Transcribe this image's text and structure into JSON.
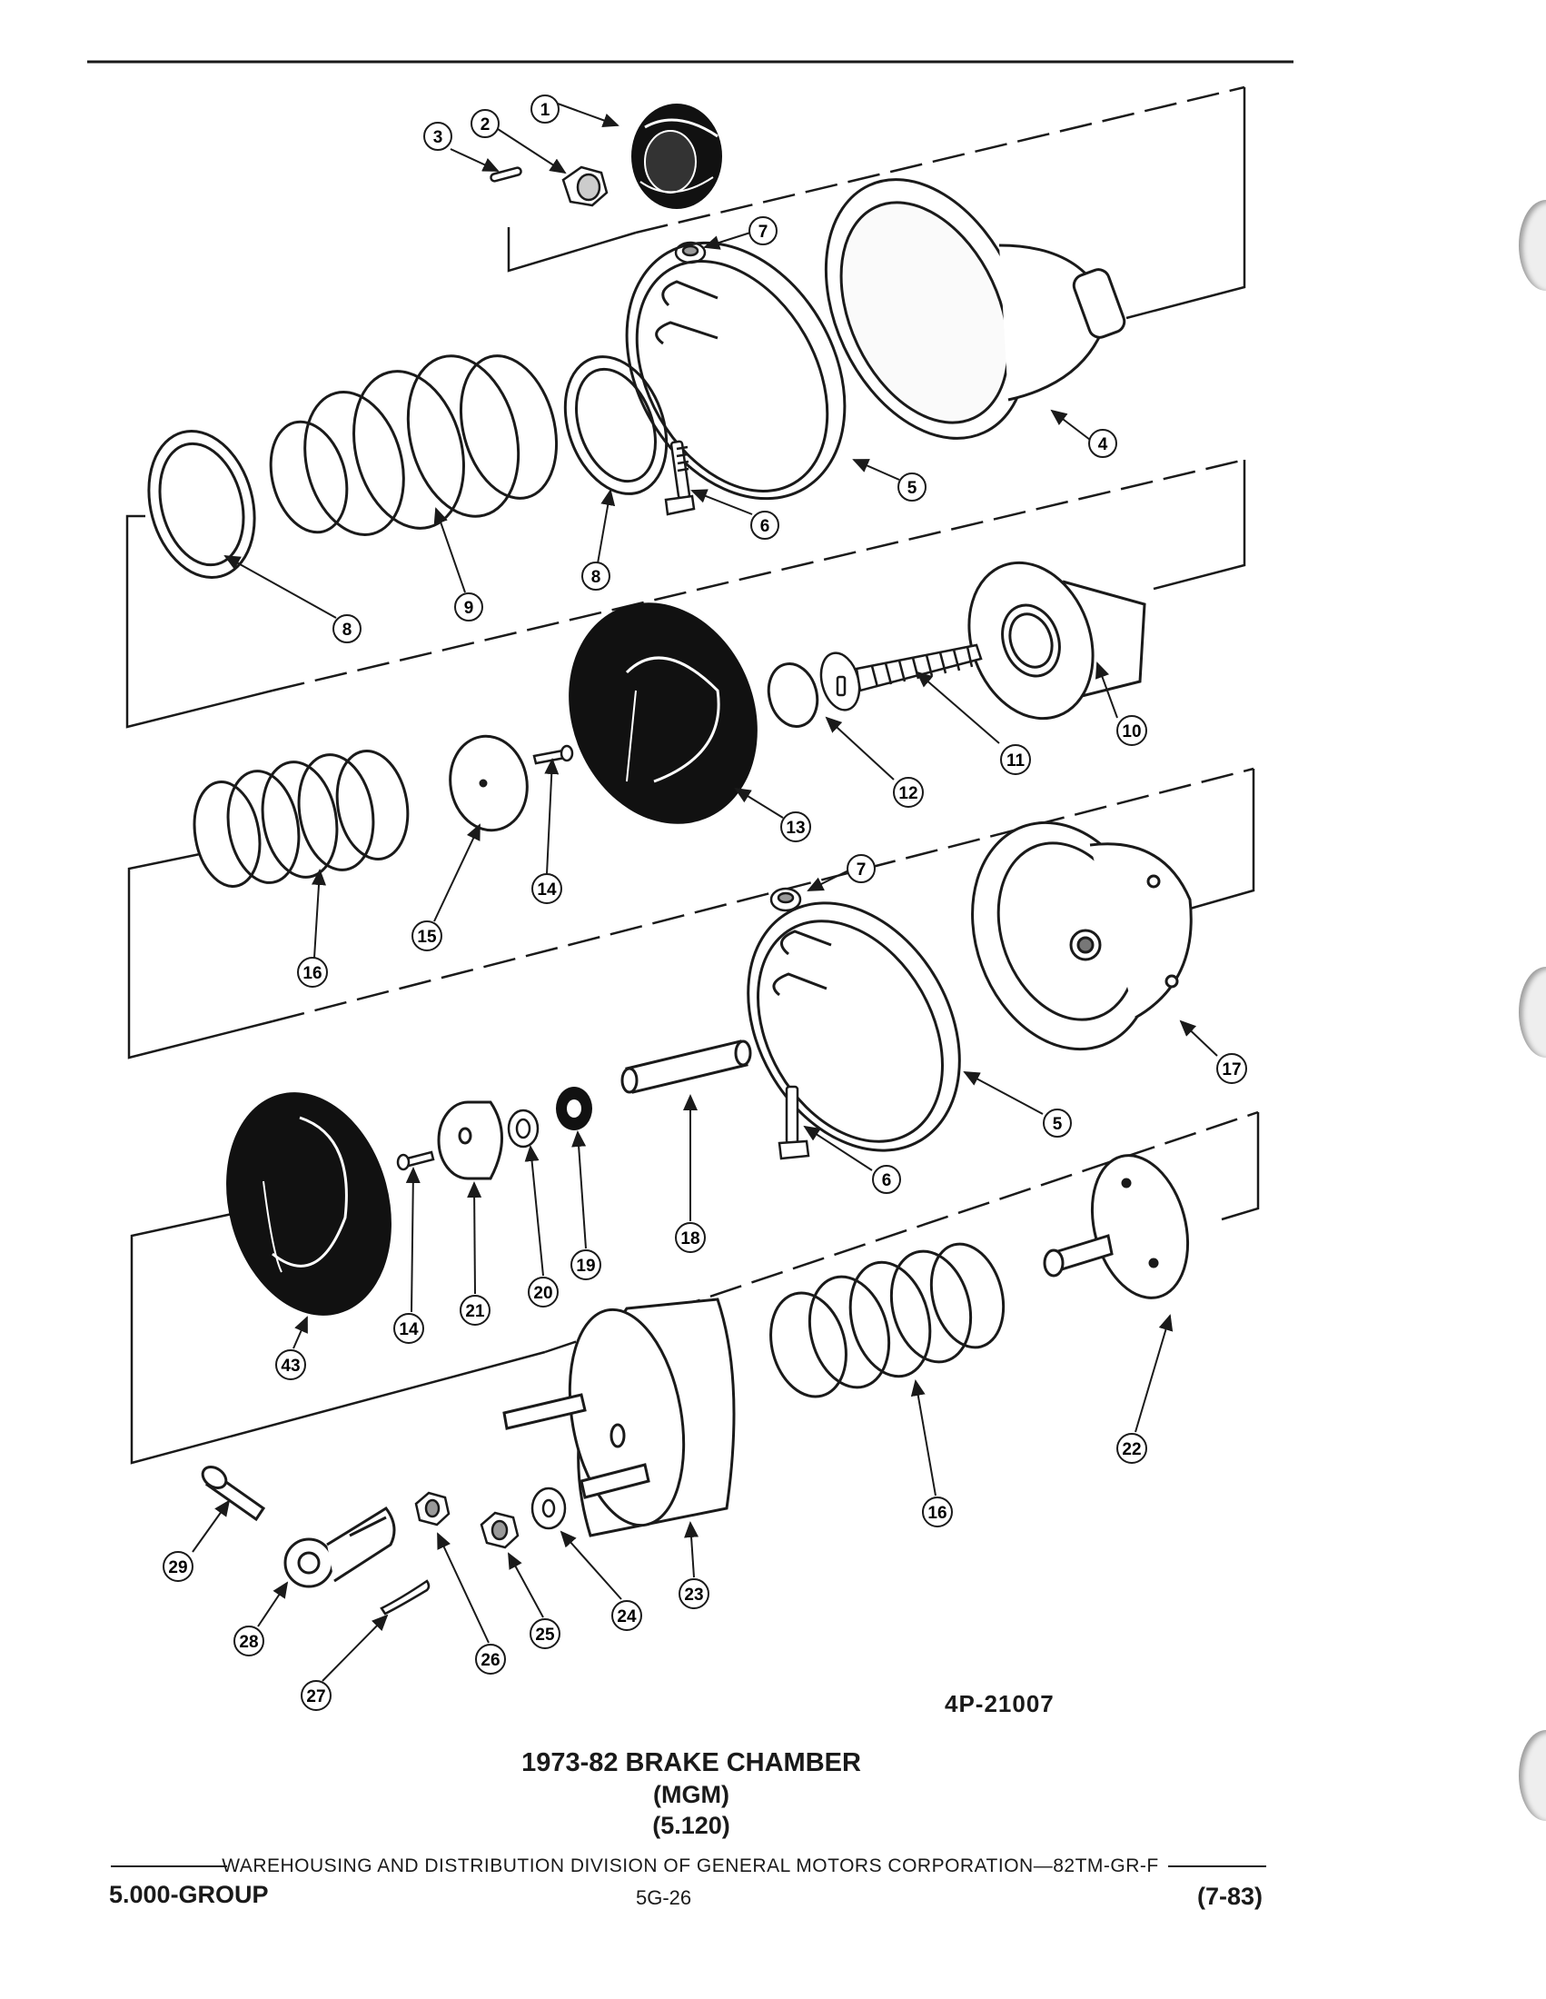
{
  "figure": {
    "drawing_number": "4P-21007",
    "title": "1973-82 BRAKE CHAMBER",
    "subtitle": "(MGM)",
    "reference": "(5.120)"
  },
  "footer": {
    "publisher_line": "WAREHOUSING AND DISTRIBUTION  DIVISION OF GENERAL MOTORS CORPORATION—82TM-GR-F",
    "group": "5.000-GROUP",
    "page": "5G-26",
    "date": "(7-83)"
  },
  "callouts": [
    {
      "id": "c1",
      "label": "1"
    },
    {
      "id": "c2",
      "label": "2"
    },
    {
      "id": "c3",
      "label": "3"
    },
    {
      "id": "c7a",
      "label": "7"
    },
    {
      "id": "c4",
      "label": "4"
    },
    {
      "id": "c5a",
      "label": "5"
    },
    {
      "id": "c6a",
      "label": "6"
    },
    {
      "id": "c8a",
      "label": "8"
    },
    {
      "id": "c8b",
      "label": "8"
    },
    {
      "id": "c9",
      "label": "9"
    },
    {
      "id": "c10",
      "label": "10"
    },
    {
      "id": "c11",
      "label": "11"
    },
    {
      "id": "c12",
      "label": "12"
    },
    {
      "id": "c13",
      "label": "13"
    },
    {
      "id": "c14a",
      "label": "14"
    },
    {
      "id": "c15",
      "label": "15"
    },
    {
      "id": "c16a",
      "label": "16"
    },
    {
      "id": "c7b",
      "label": "7"
    },
    {
      "id": "c17",
      "label": "17"
    },
    {
      "id": "c5b",
      "label": "5"
    },
    {
      "id": "c6b",
      "label": "6"
    },
    {
      "id": "c18",
      "label": "18"
    },
    {
      "id": "c19",
      "label": "19"
    },
    {
      "id": "c20",
      "label": "20"
    },
    {
      "id": "c21",
      "label": "21"
    },
    {
      "id": "c14b",
      "label": "14"
    },
    {
      "id": "c43",
      "label": "43"
    },
    {
      "id": "c22",
      "label": "22"
    },
    {
      "id": "c16b",
      "label": "16"
    },
    {
      "id": "c23",
      "label": "23"
    },
    {
      "id": "c24",
      "label": "24"
    },
    {
      "id": "c25",
      "label": "25"
    },
    {
      "id": "c26",
      "label": "26"
    },
    {
      "id": "c27",
      "label": "27"
    },
    {
      "id": "c28",
      "label": "28"
    },
    {
      "id": "c29",
      "label": "29"
    }
  ]
}
